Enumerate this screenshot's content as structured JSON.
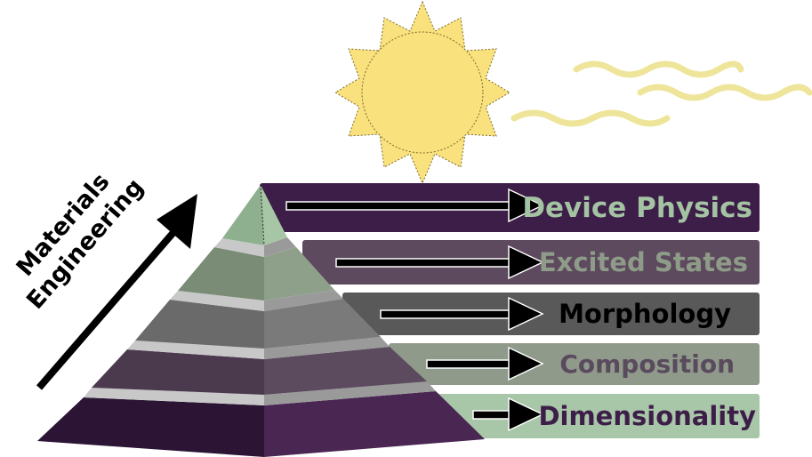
{
  "axis": {
    "line1": "Materials",
    "line2": "Engineering"
  },
  "levels": [
    {
      "label": "Device Physics",
      "band_color": "#3d1e48",
      "text_color": "#a3c3a3"
    },
    {
      "label": "Excited States",
      "band_color": "#5e4a5e",
      "text_color": "#8e9b88"
    },
    {
      "label": "Morphology",
      "band_color": "#595959",
      "text_color": "#000000"
    },
    {
      "label": "Composition",
      "band_color": "#8f9a8a",
      "text_color": "#5a4a5e"
    },
    {
      "label": "Dimensionality",
      "band_color": "#a8c6a8",
      "text_color": "#3d1e48"
    }
  ],
  "colors": {
    "sun_fill": "#f9e17d",
    "wave": "#eee59a",
    "arrow": "#000000",
    "separator": "#c8c8c8"
  }
}
